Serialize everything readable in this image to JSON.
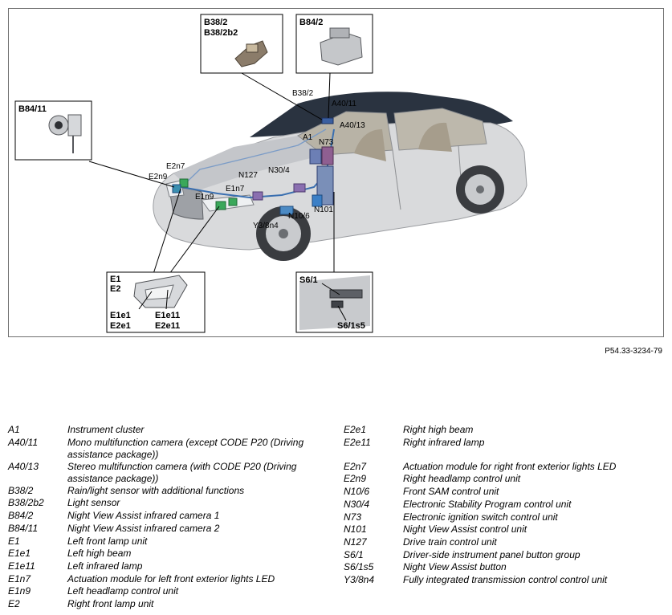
{
  "figure": {
    "callouts": {
      "b38_2_a": "B38/2",
      "b38_2_b": "B38/2b2",
      "b84_2": "B84/2",
      "b84_11": "B84/11",
      "e1": "E1",
      "e2": "E2",
      "e1e1": "E1e1",
      "e2e1": "E2e1",
      "e1e11": "E1e11",
      "e2e11": "E2e11",
      "s6_1": "S6/1",
      "s6_1s5": "S6/1s5"
    },
    "labels": {
      "b38_2": "B38/2",
      "a40_11": "A40/11",
      "a40_13": "A40/13",
      "a1": "A1",
      "n73": "N73",
      "e2n7": "E2n7",
      "e2n9": "E2n9",
      "n127": "N127",
      "n30_4": "N30/4",
      "e1n9": "E1n9",
      "e1n7": "E1n7",
      "n101": "N101",
      "n10_6": "N10/6",
      "y3_8n4": "Y3/8n4"
    },
    "reference": "P54.33-3234-79"
  },
  "legend_left": [
    {
      "code": "A1",
      "desc": "Instrument cluster"
    },
    {
      "code": "A40/11",
      "desc": "Mono multifunction camera (except CODE P20 (Driving assistance package))"
    },
    {
      "code": "A40/13",
      "desc": "Stereo multifunction camera (with CODE P20 (Driving assistance package))"
    },
    {
      "code": "B38/2",
      "desc": "Rain/light sensor with additional functions"
    },
    {
      "code": "B38/2b2",
      "desc": "Light sensor"
    },
    {
      "code": "B84/2",
      "desc": "Night View Assist infrared camera 1"
    },
    {
      "code": "B84/11",
      "desc": "Night View Assist infrared camera 2"
    },
    {
      "code": "E1",
      "desc": "Left front lamp unit"
    },
    {
      "code": "E1e1",
      "desc": "Left high beam"
    },
    {
      "code": "E1e11",
      "desc": "Left infrared lamp"
    },
    {
      "code": "E1n7",
      "desc": "Actuation module for left front exterior lights LED"
    },
    {
      "code": "E1n9",
      "desc": "Left headlamp control unit"
    },
    {
      "code": "E2",
      "desc": "Right front lamp unit"
    }
  ],
  "legend_right": [
    {
      "code": "E2e1",
      "desc": "Right high beam"
    },
    {
      "code": "E2e11",
      "desc": "Right infrared lamp"
    },
    {
      "code": "E2n7",
      "desc": "Actuation module for right front exterior lights LED"
    },
    {
      "code": "E2n9",
      "desc": "Right headlamp control unit"
    },
    {
      "code": "N10/6",
      "desc": "Front SAM control unit"
    },
    {
      "code": "N30/4",
      "desc": "Electronic Stability Program control unit"
    },
    {
      "code": "N73",
      "desc": "Electronic ignition switch control unit"
    },
    {
      "code": "N101",
      "desc": "Night View Assist control unit"
    },
    {
      "code": "N127",
      "desc": "Drive train control unit"
    },
    {
      "code": "S6/1",
      "desc": "Driver-side instrument panel button group"
    },
    {
      "code": "S6/1s5",
      "desc": "Night View Assist button"
    },
    {
      "code": "Y3/8n4",
      "desc": "Fully integrated transmission control control unit"
    }
  ]
}
